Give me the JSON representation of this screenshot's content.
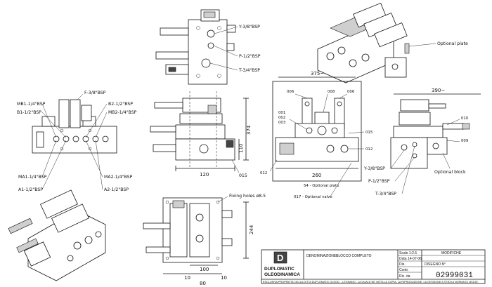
{
  "labels": {
    "top": {
      "y38": "Y-3/8\"BSP",
      "p12": "P-1/2\"BSP",
      "t34": "T-3/4\"BSP",
      "optional_plate": "Optional plate"
    },
    "left": {
      "f38": "F-3/8\"BSP",
      "mb1": "MB1-1/4\"BSP",
      "b1": "B1-1/2\"BSP",
      "b2": "B2-1/2\"BSP",
      "mb2": "MB2-1/4\"BSP",
      "ma1": "MA1-1/4\"BSP",
      "a1": "A1-1/2\"BSP",
      "ma2": "MA2-1/4\"BSP",
      "a2": "A2-1/2\"BSP"
    },
    "center": {
      "d120": "120",
      "d015": "015",
      "d374": "374",
      "d110": "110"
    },
    "side": {
      "d375": "375~",
      "c006a": "006",
      "c008": "008",
      "c006b": "006",
      "c001": "001",
      "c002": "002",
      "c003": "003",
      "c015": "015",
      "c012": "012",
      "c012b": "012",
      "d260": "260",
      "d54": "54 - Optional plate",
      "c017": "017 - Optional valve"
    },
    "right": {
      "d390": "390~",
      "c010": "010",
      "c009": "009",
      "optional_block": "Optional block",
      "y38": "Y-3/8\"BSP",
      "p12": "P-1/2\"BSP",
      "t34": "T-3/4\"BSP"
    },
    "bottom": {
      "fixing": "Fixing holes ø8.5",
      "d244": "244",
      "d100": "100",
      "d10a": "10",
      "d10b": "10",
      "d80": "80"
    }
  },
  "title_block": {
    "denominazione_label": "DENOMINAZIONE :",
    "denominazione_value": "BLOCCO COMPLETO",
    "scale": "Scale 1:2.5",
    "date": "Data 14-07-06",
    "dis": "Dis.",
    "contr": "Contr.",
    "ric": "Ric. da",
    "modifiche": "MODIFICHE",
    "disegno_label": "DISEGNO N°",
    "drawing_number": "02999031",
    "brand_line1": "DUPLOMATIC",
    "brand_line2": "OLEODINAMICA",
    "footer": "ESCLUSIVA PROPRIETA' DELLA DITTA DUPLOMATIC OLEOD. - LEGNANO - LA QUALE NE VIETA LA COPIA, LA RIPRODUZIONE, LA CESSIONE A TERZI A NORMA DI LEGGE."
  }
}
